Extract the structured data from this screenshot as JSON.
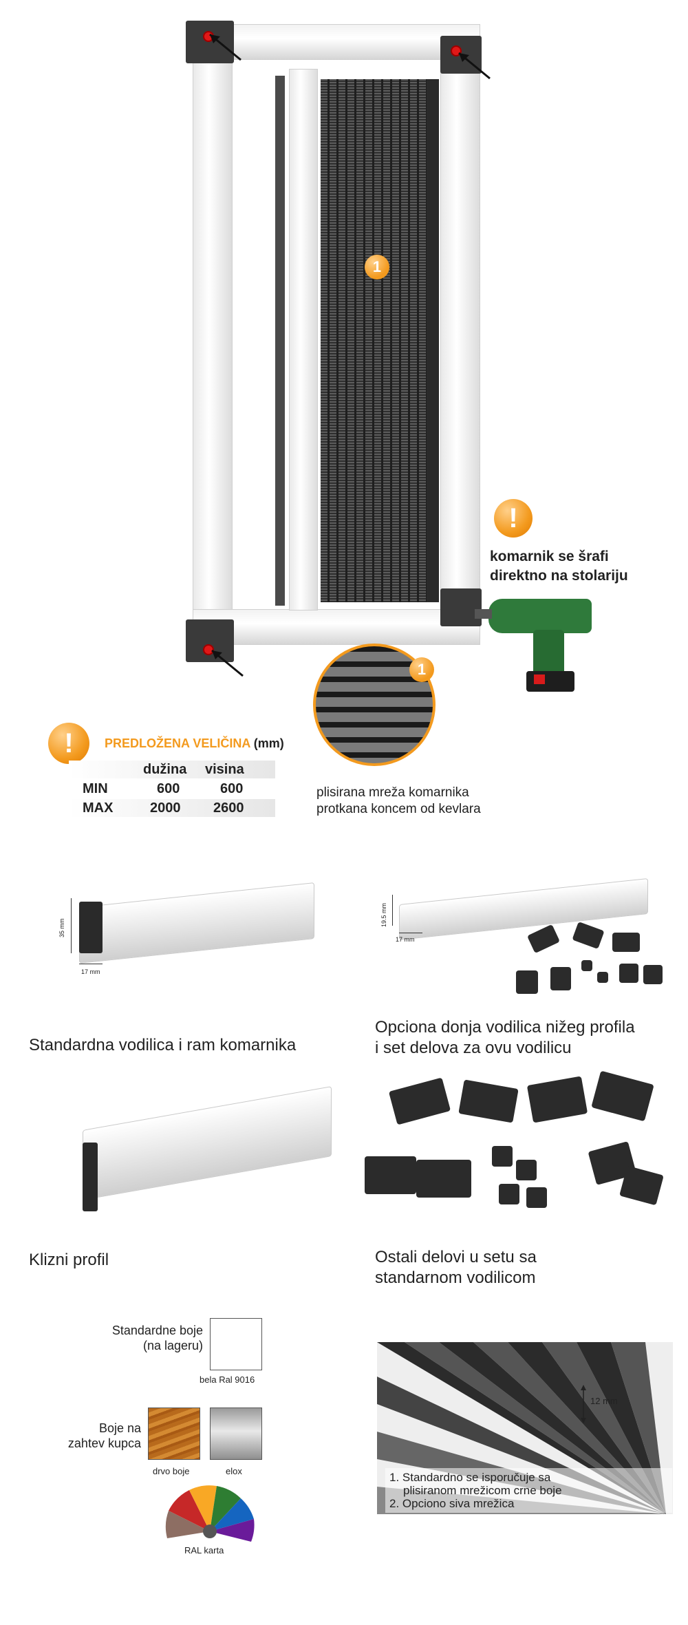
{
  "hero": {
    "marker_number": "1",
    "drill_note_line1": "komarnik se šrafi",
    "drill_note_line2": "direktno na stolariju",
    "zoom_caption_line1": "plisirana mreža komarnika",
    "zoom_caption_line2": "protkana koncem od kevlara"
  },
  "size_table": {
    "title": "PREDLOŽENA VELIČINA",
    "unit": "(mm)",
    "col_length": "dužina",
    "col_height": "visina",
    "rows": [
      {
        "label": "MIN",
        "length": "600",
        "height": "600"
      },
      {
        "label": "MAX",
        "length": "2000",
        "height": "2600"
      }
    ]
  },
  "profiles": {
    "standard_caption": "Standardna vodilica i ram komarnika",
    "standard_dim_h": "35 mm",
    "standard_dim_w": "17 mm",
    "optional_caption_line1": "Opciona donja vodilica nižeg profila",
    "optional_caption_line2": "i set delova za ovu vodilicu",
    "optional_dim_h": "19.5 mm",
    "optional_dim_w": "17 mm",
    "sliding_caption": "Klizni profil",
    "parts_caption_line1": "Ostali delovi u setu sa",
    "parts_caption_line2": "standarnom vodilicom"
  },
  "colors": {
    "standard_label_line1": "Standardne boje",
    "standard_label_line2": "(na lageru)",
    "white_label": "bela Ral 9016",
    "custom_label_line1": "Boje na",
    "custom_label_line2": "zahtev kupca",
    "wood_label": "drvo boje",
    "elox_label": "elox",
    "ral_label": "RAL karta",
    "accent": "#f39a1e"
  },
  "pleat": {
    "dim": "12 mm",
    "note_line1": "1. Standardno se isporučuje sa",
    "note_line2": "plisiranom mrežicom crne boje",
    "note_line3": "2. Opciono siva mrežica"
  }
}
